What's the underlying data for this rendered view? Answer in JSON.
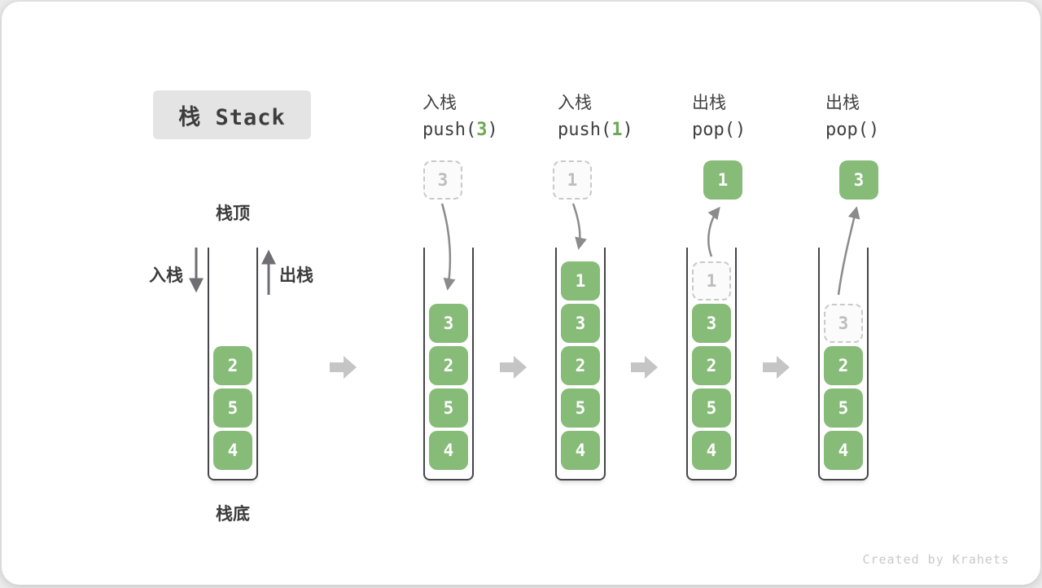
{
  "title": "栈 Stack",
  "side_labels": {
    "top": "栈顶",
    "bottom": "栈底",
    "push": "入栈",
    "pop": "出栈"
  },
  "operations": [
    {
      "label": "入栈",
      "fn": "push(",
      "arg": "3",
      "close": ")"
    },
    {
      "label": "入栈",
      "fn": "push(",
      "arg": "1",
      "close": ")"
    },
    {
      "label": "出栈",
      "fn": "pop(",
      "arg": "",
      "close": ")"
    },
    {
      "label": "出栈",
      "fn": "pop(",
      "arg": "",
      "close": ")"
    }
  ],
  "stacks": [
    {
      "floating": null,
      "cells": [
        {
          "value": "2",
          "slot": 3,
          "type": "solid"
        },
        {
          "value": "5",
          "slot": 4,
          "type": "solid"
        },
        {
          "value": "4",
          "slot": 5,
          "type": "solid"
        }
      ]
    },
    {
      "floating": {
        "value": "3",
        "type": "dashed"
      },
      "cells": [
        {
          "value": "3",
          "slot": 2,
          "type": "solid"
        },
        {
          "value": "2",
          "slot": 3,
          "type": "solid"
        },
        {
          "value": "5",
          "slot": 4,
          "type": "solid"
        },
        {
          "value": "4",
          "slot": 5,
          "type": "solid"
        }
      ]
    },
    {
      "floating": {
        "value": "1",
        "type": "dashed"
      },
      "cells": [
        {
          "value": "1",
          "slot": 1,
          "type": "solid"
        },
        {
          "value": "3",
          "slot": 2,
          "type": "solid"
        },
        {
          "value": "2",
          "slot": 3,
          "type": "solid"
        },
        {
          "value": "5",
          "slot": 4,
          "type": "solid"
        },
        {
          "value": "4",
          "slot": 5,
          "type": "solid"
        }
      ]
    },
    {
      "floating": {
        "value": "1",
        "type": "solid"
      },
      "cells": [
        {
          "value": "1",
          "slot": 1,
          "type": "dashed"
        },
        {
          "value": "3",
          "slot": 2,
          "type": "solid"
        },
        {
          "value": "2",
          "slot": 3,
          "type": "solid"
        },
        {
          "value": "5",
          "slot": 4,
          "type": "solid"
        },
        {
          "value": "4",
          "slot": 5,
          "type": "solid"
        }
      ]
    },
    {
      "floating": {
        "value": "3",
        "type": "solid"
      },
      "cells": [
        {
          "value": "3",
          "slot": 2,
          "type": "dashed"
        },
        {
          "value": "2",
          "slot": 3,
          "type": "solid"
        },
        {
          "value": "5",
          "slot": 4,
          "type": "solid"
        },
        {
          "value": "4",
          "slot": 5,
          "type": "solid"
        }
      ]
    }
  ],
  "watermark": "Created by Krahets",
  "colors": {
    "green": "#86bb78",
    "green_dark": "#6aa852",
    "dashed_border": "#c9c9c9",
    "thin_arrow": "#8b8b8b",
    "block_arrow": "#c5c5c5"
  }
}
